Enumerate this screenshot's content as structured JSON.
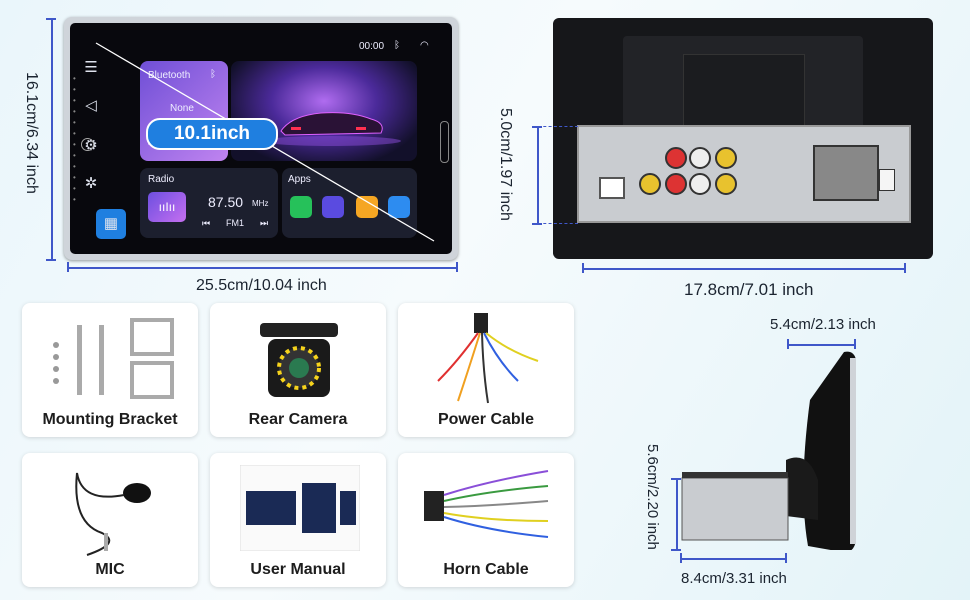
{
  "screen_dims": {
    "height": "16.1cm/6.34 inch",
    "width": "25.5cm/10.04 inch"
  },
  "badge": "10.1inch",
  "ui": {
    "time": "00:00",
    "bluetooth_title": "Bluetooth",
    "bluetooth_status": "None",
    "radio_title": "Radio",
    "radio_freq": "87.50",
    "radio_unit": "MHz",
    "radio_band": "FM1",
    "apps_title": "Apps"
  },
  "back_dims": {
    "height": "5.0cm/1.97 inch",
    "width": "17.8cm/7.01 inch"
  },
  "side_dims": {
    "top": "5.4cm/2.13 inch",
    "height": "5.6cm/2.20 inch",
    "bottom": "8.4cm/3.31 inch"
  },
  "accessories": [
    {
      "label": "Mounting Bracket",
      "icon": "mounting-bracket-icon"
    },
    {
      "label": "Rear Camera",
      "icon": "rear-camera-icon"
    },
    {
      "label": "Power Cable",
      "icon": "power-cable-icon"
    },
    {
      "label": "MIC",
      "icon": "mic-icon"
    },
    {
      "label": "User Manual",
      "icon": "user-manual-icon"
    },
    {
      "label": "Horn Cable",
      "icon": "horn-cable-icon"
    }
  ],
  "colors": {
    "accent": "#3f57c9",
    "badge": "#1f7fe0"
  }
}
